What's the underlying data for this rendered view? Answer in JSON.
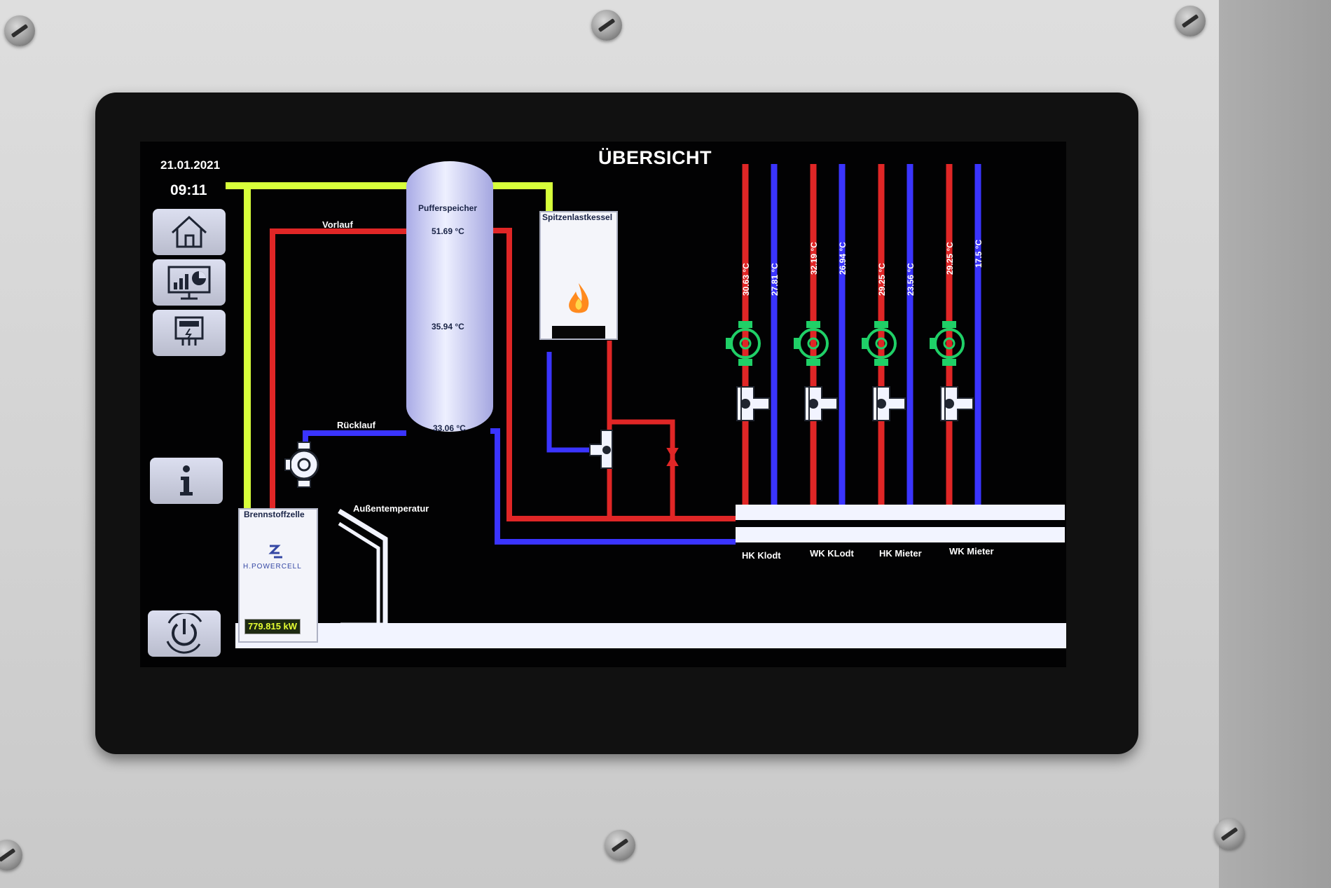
{
  "header": {
    "date": "21.01.2021",
    "time": "09:11",
    "title": "ÜBERSICHT"
  },
  "navigation": [
    {
      "id": "home",
      "icon": "home-icon"
    },
    {
      "id": "statistics",
      "icon": "chart-monitor-icon"
    },
    {
      "id": "meter",
      "icon": "energy-meter-icon"
    },
    {
      "id": "info",
      "icon": "info-icon"
    },
    {
      "id": "power",
      "icon": "power-cycle-icon"
    }
  ],
  "labels": {
    "vorlauf": "Vorlauf",
    "ruecklauf": "Rücklauf",
    "aussentemperatur": "Außentemperatur"
  },
  "buffer_tank": {
    "name": "Pufferspeicher",
    "temp_top": "51.69 °C",
    "temp_middle": "35.94 °C",
    "temp_bottom": "33.06 °C"
  },
  "peak_boiler": {
    "name": "Spitzenlastkessel"
  },
  "fuel_cell": {
    "name": "Brennstoffzelle",
    "brand": "H.POWERCELL",
    "power": "779.815 kW"
  },
  "circuits": [
    {
      "name": "HK Klodt",
      "supply_temp": "30.63 °C",
      "return_temp": "27.81 °C"
    },
    {
      "name": "WK KLodt",
      "supply_temp": "32.19 °C",
      "return_temp": "26.94 °C"
    },
    {
      "name": "HK Mieter",
      "supply_temp": "29.25 °C",
      "return_temp": "23.56 °C"
    },
    {
      "name": "WK Mieter",
      "supply_temp": "29.25 °C",
      "return_temp": "17.5 °C"
    }
  ],
  "colors": {
    "supply_pipe": "#e02626",
    "return_pipe": "#3a34ff",
    "gas_pipe": "#d7ff3a",
    "active_pump": "#1fd067",
    "screen_bg": "#020203"
  }
}
